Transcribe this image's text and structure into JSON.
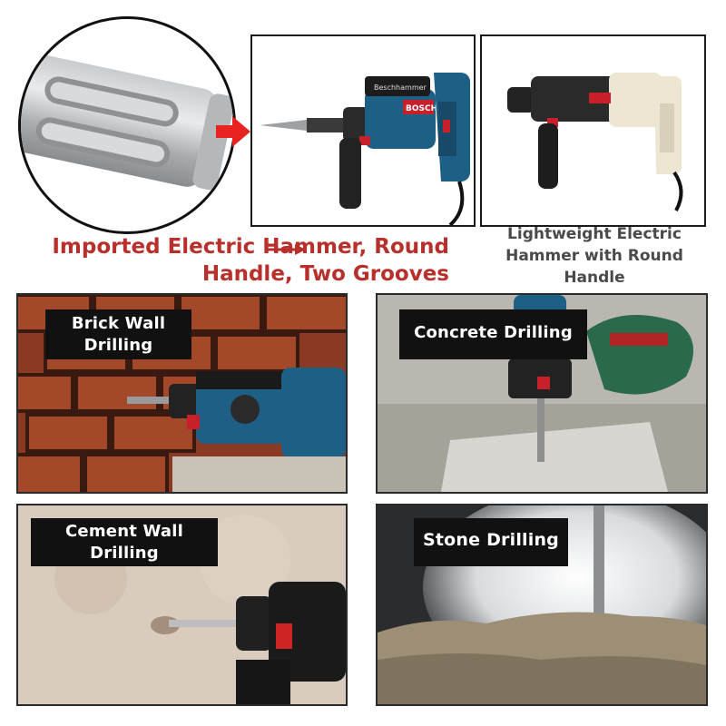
{
  "top": {
    "caption_left_lines": [
      "Imported Electric Hammer, Round",
      "Handle, Two Grooves"
    ],
    "caption_right_lines": [
      "Lightweight Electric",
      "Hammer with Round",
      "Handle"
    ],
    "tool1_brand_text": "BOSCH"
  },
  "tiles": [
    {
      "label_lines": [
        "Brick Wall",
        "Drilling"
      ]
    },
    {
      "label_lines": [
        "Concrete Drilling"
      ]
    },
    {
      "label_lines": [
        "Cement Wall",
        "Drilling"
      ]
    },
    {
      "label_lines": [
        "Stone Drilling"
      ]
    }
  ],
  "colors": {
    "caption_red": "#b8302b",
    "arrow_red": "#e8231f",
    "tool_blue": "#1e5f86",
    "label_bg": "#111111"
  }
}
